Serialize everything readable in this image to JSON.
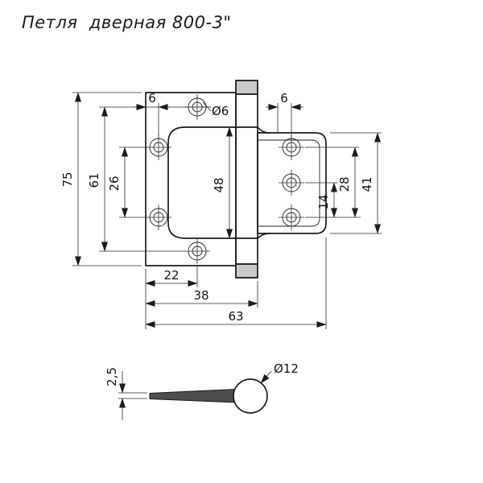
{
  "title": "Петля  дверная 800-3\"",
  "view_main": {
    "dim_height_total": "75",
    "dim_hole_span_vertical": "61",
    "dim_left_holes_spacing": "26",
    "dim_left_hole_edge_offset": "6",
    "dim_hole_diameter": "Ø6",
    "dim_knuckle_length": "48",
    "dim_right_hole_edge_offset": "6",
    "dim_right_holes_spacing": "14",
    "dim_right_holes_span": "28",
    "dim_right_plate_height": "41",
    "dim_bottom_hole_offset": "22",
    "dim_leaf_width": "38",
    "dim_total_width": "63"
  },
  "view_side": {
    "dim_thickness": "2,5",
    "dim_barrel_diameter": "Ø12"
  }
}
